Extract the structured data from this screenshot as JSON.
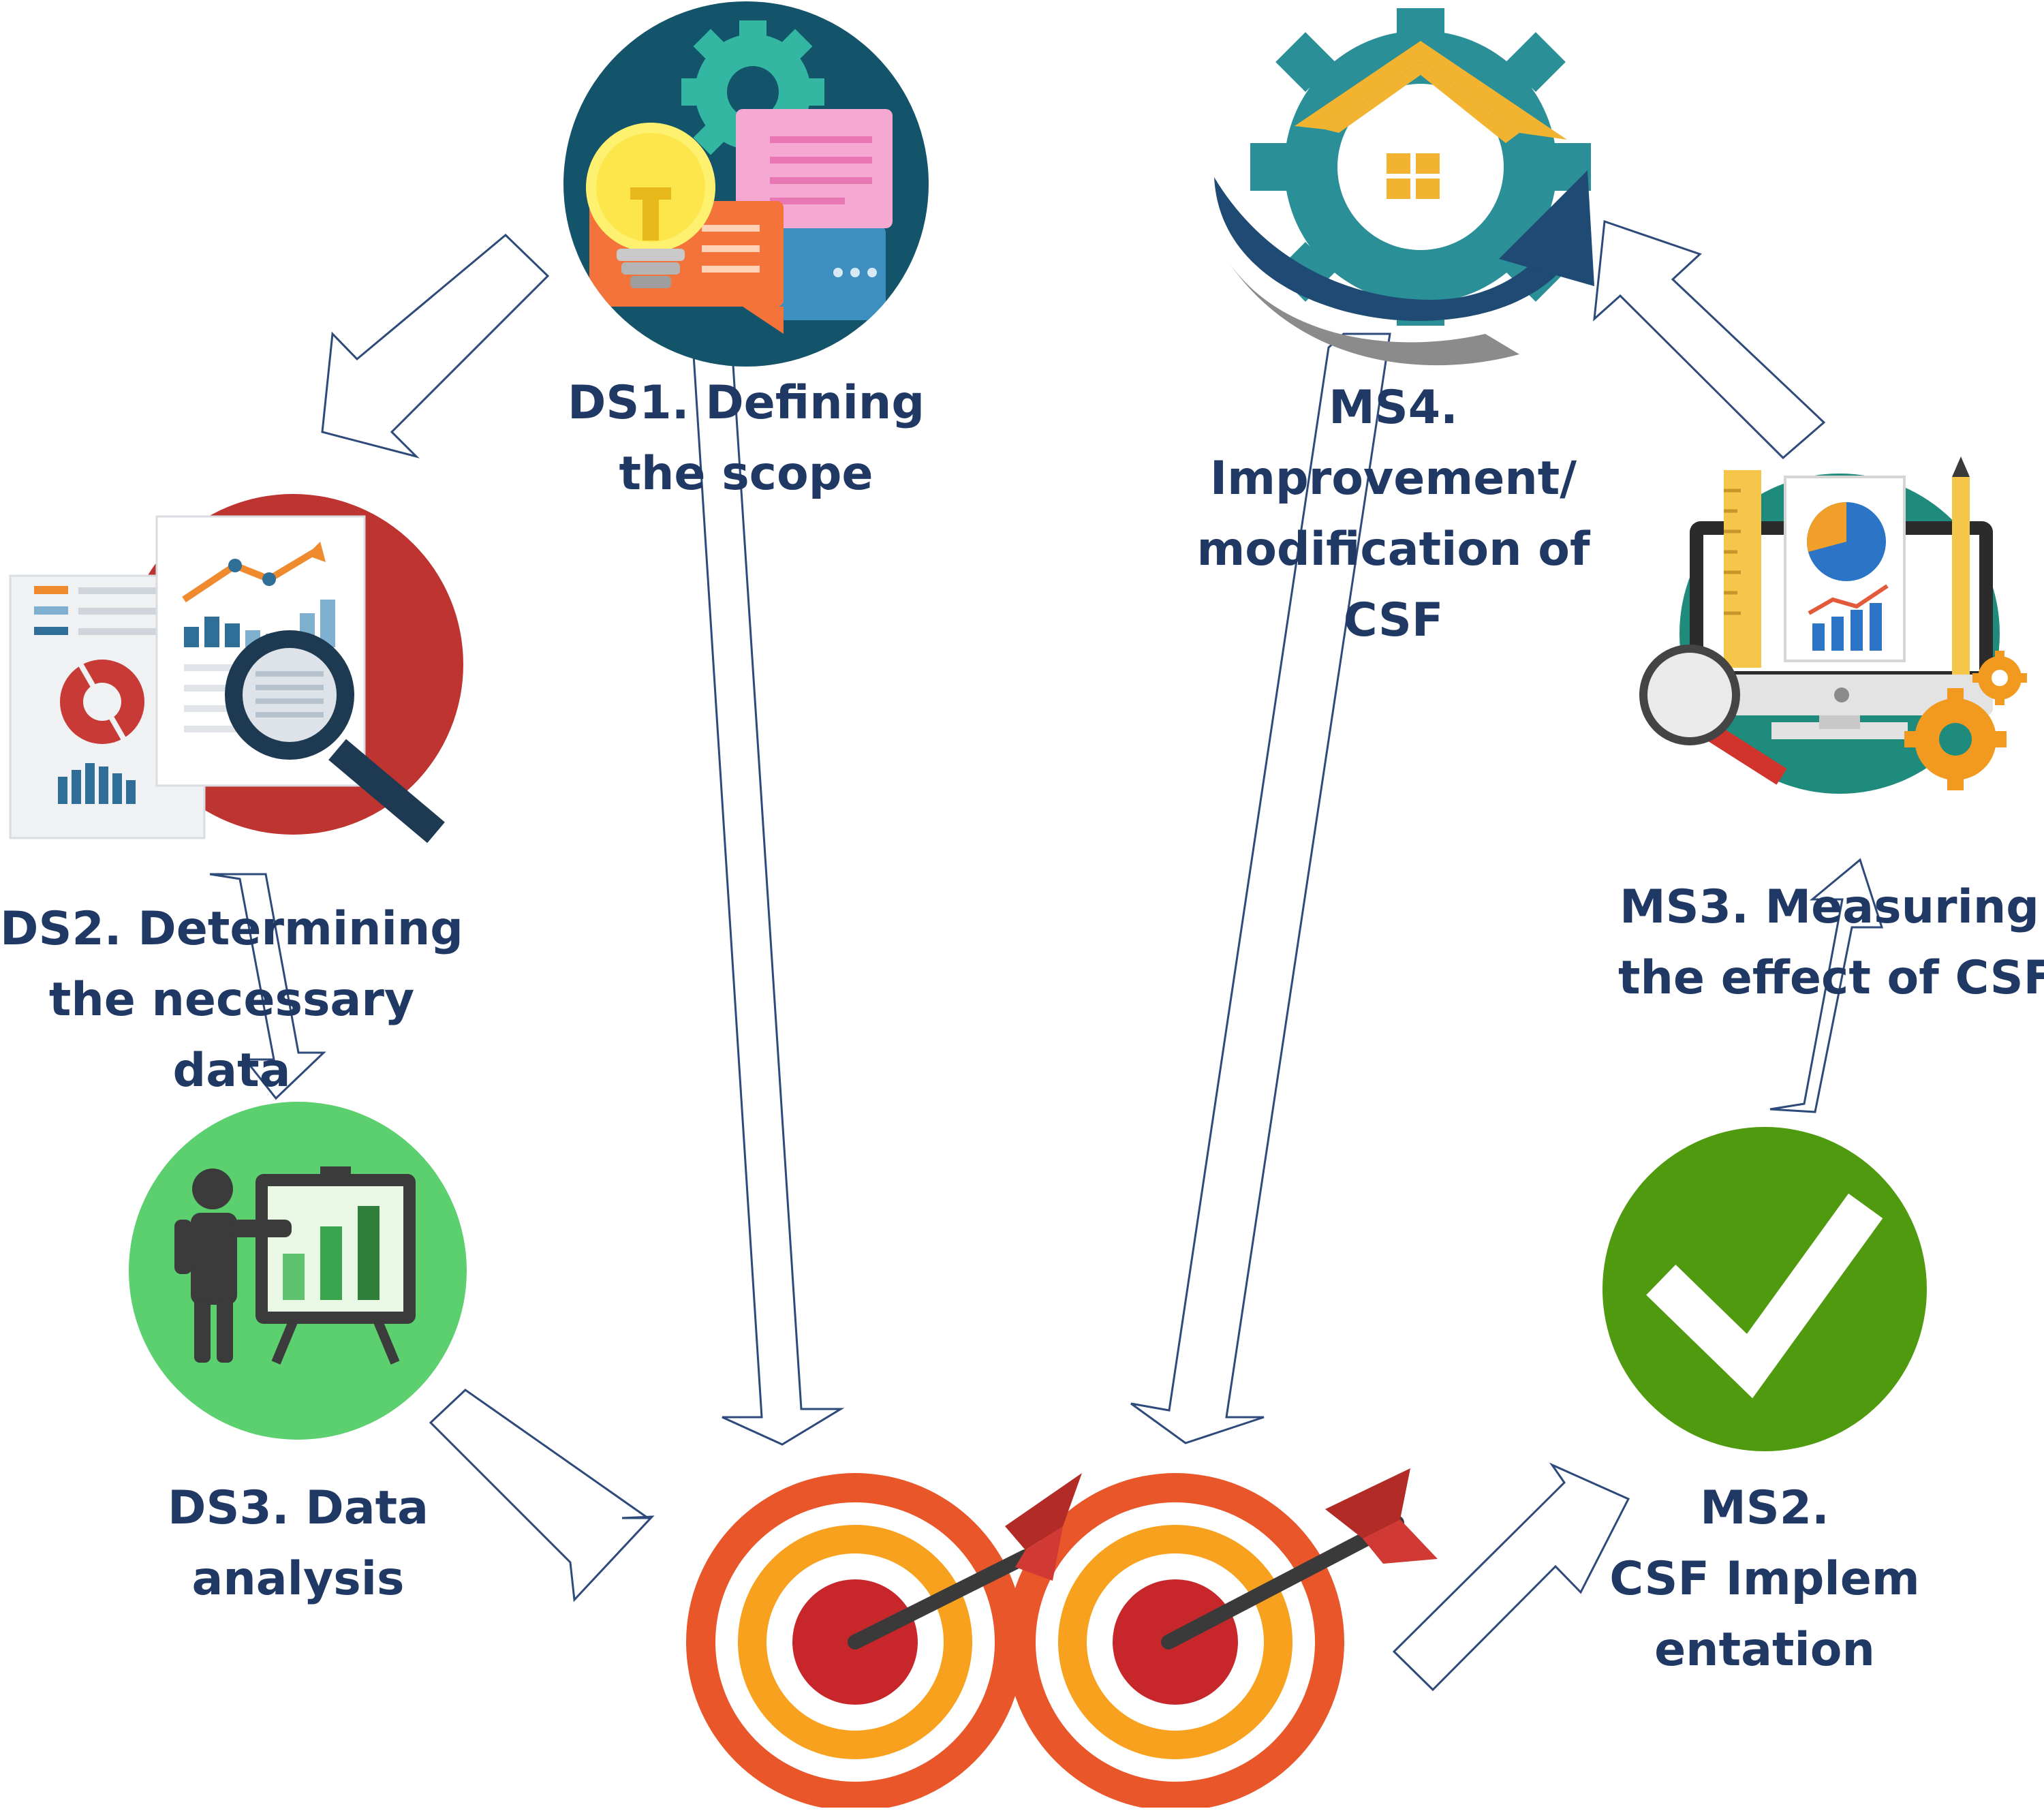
{
  "steps": {
    "ds1": {
      "line1": "DS1. Defining",
      "line2": "the scope"
    },
    "ds2": {
      "line1": "DS2. Determining",
      "line2": "the necessary",
      "line3": "data"
    },
    "ds3": {
      "line1": "DS3. Data",
      "line2": "analysis"
    },
    "ms2": {
      "line1": "MS2.",
      "line2": "CSF Implem",
      "line3": "entation"
    },
    "ms3": {
      "line1": "MS3. Measuring",
      "line2": "the effect of CSF"
    },
    "ms4": {
      "line1": "MS4.",
      "line2": "Improvement/",
      "line3": "modification of",
      "line4": "CSF"
    }
  },
  "icons": [
    "ideas-gear-icon",
    "report-analysis-icon",
    "presentation-icon",
    "double-target-icon",
    "checkmark-icon",
    "monitor-analytics-icon",
    "gear-house-icon"
  ],
  "colors": {
    "label_text": "#1f3864",
    "arrow_outline": "#2e4a7a",
    "ds1_circle": "#14546a",
    "ds2_circle": "#c0312b",
    "ds3_circle": "#5ccf6e",
    "ms2_circle": "#4f9a0e",
    "ms3_circle": "#1f8b7d",
    "ms4_gear": "#2a8f97",
    "target_outer": "#e8562a",
    "target_mid": "#f7a11e",
    "target_center": "#c7262a"
  }
}
